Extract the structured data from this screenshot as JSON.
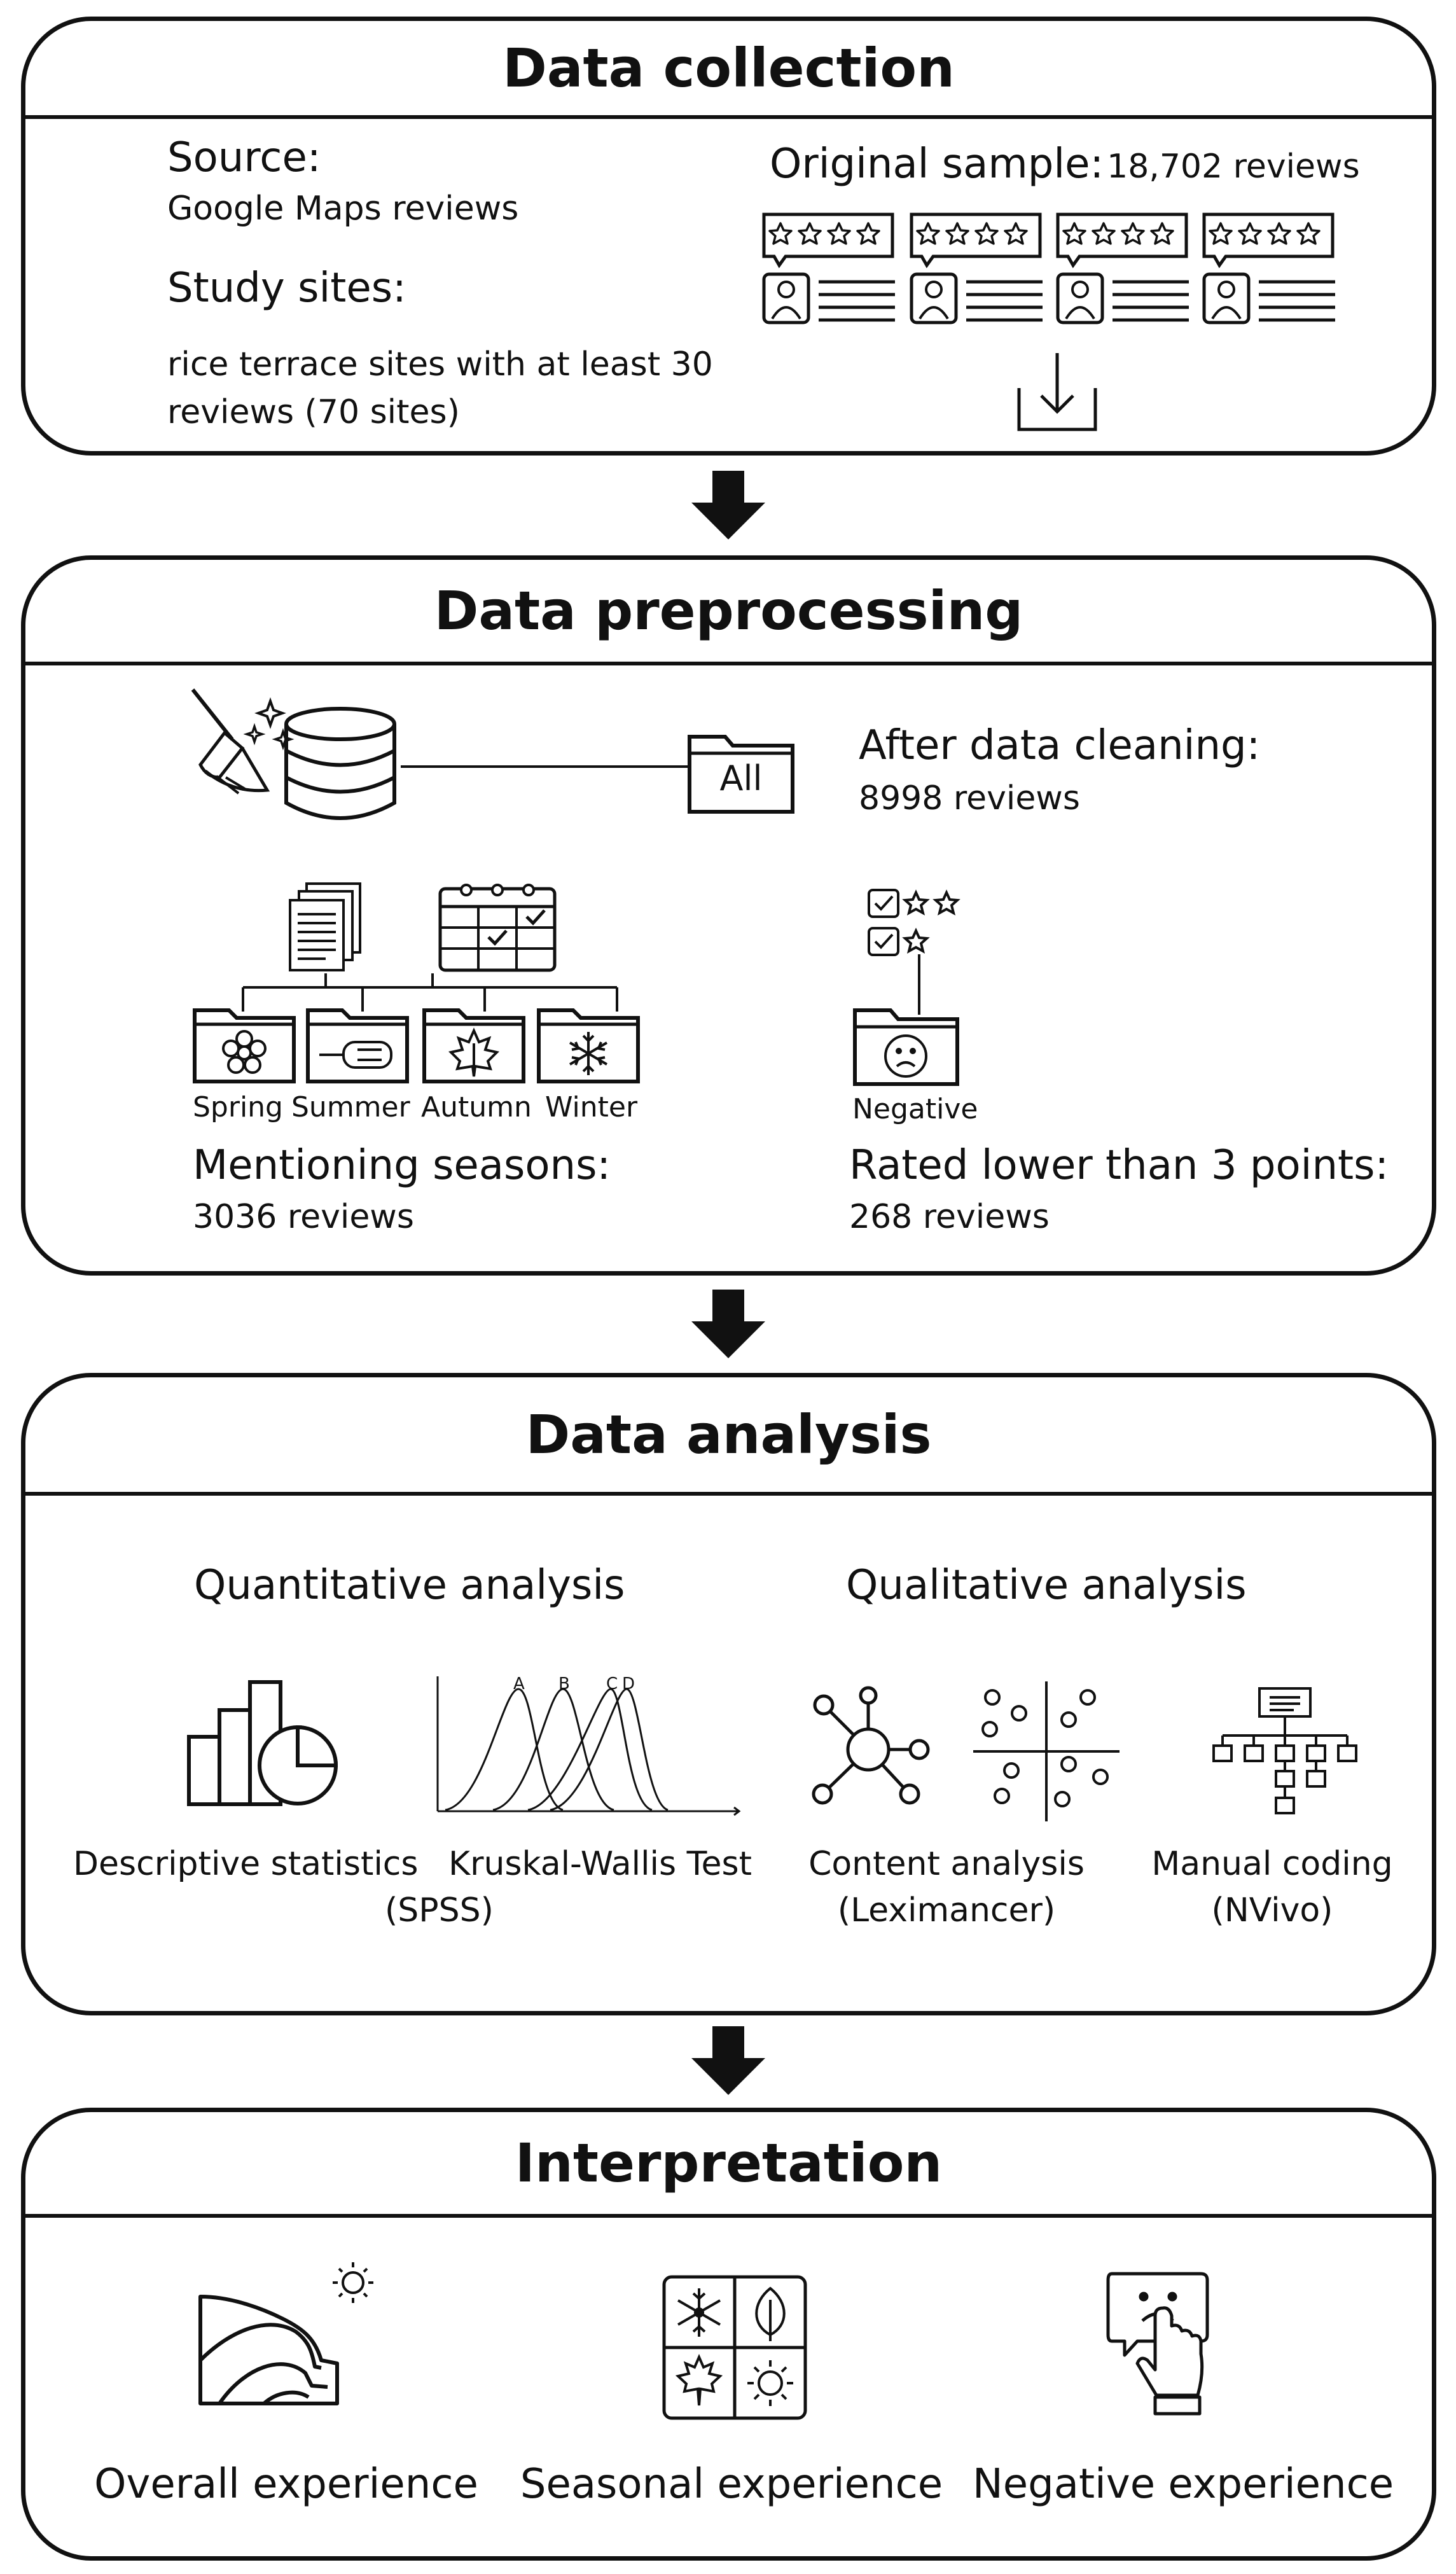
{
  "sections": {
    "collection": {
      "title": "Data collection",
      "source_label": "Source:",
      "source_value": "Google Maps reviews",
      "sites_label": "Study sites:",
      "sites_value_line1": "rice terrace sites with at least 30",
      "sites_value_line2": "reviews (70 sites)",
      "original_sample_label": "Original sample:",
      "original_sample_value": "18,702 reviews"
    },
    "preprocessing": {
      "title": "Data preprocessing",
      "folder_all": "All",
      "after_cleaning_label": "After data cleaning:",
      "after_cleaning_value": "8998 reviews",
      "seasons": [
        "Spring",
        "Summer",
        "Autumn",
        "Winter"
      ],
      "negative_folder": "Negative",
      "mentioning_label": "Mentioning seasons:",
      "mentioning_value": "3036 reviews",
      "rated_label": "Rated lower than 3 points:",
      "rated_value": "268 reviews"
    },
    "analysis": {
      "title": "Data analysis",
      "quantitative": "Quantitative analysis",
      "qualitative": "Qualitative analysis",
      "curve_labels": [
        "A",
        "B",
        "C",
        "D"
      ],
      "descriptive": "Descriptive statistics",
      "kruskal": "Kruskal-Wallis Test",
      "spss": "(SPSS)",
      "content": "Content analysis",
      "leximancer": "(Leximancer)",
      "manual": "Manual coding",
      "nvivo": "(NVivo)"
    },
    "interpretation": {
      "title": "Interpretation",
      "overall": "Overall experience",
      "seasonal": "Seasonal experience",
      "negative": "Negative experience"
    }
  },
  "icons": [
    "star-icon",
    "user-icon",
    "download-icon",
    "broom-icon",
    "database-icon",
    "folder-icon",
    "documents-icon",
    "calendar-icon",
    "flower-icon",
    "popsicle-icon",
    "maple-leaf-icon",
    "snowflake-icon",
    "checkbox-star-icon",
    "sad-face-icon",
    "bar-pie-chart-icon",
    "distribution-curves-icon",
    "network-icon",
    "scatter-quadrant-icon",
    "hierarchy-icon",
    "terrace-landscape-icon",
    "sun-icon",
    "seasons-grid-icon",
    "sad-speech-hand-icon",
    "arrow-down-icon"
  ]
}
